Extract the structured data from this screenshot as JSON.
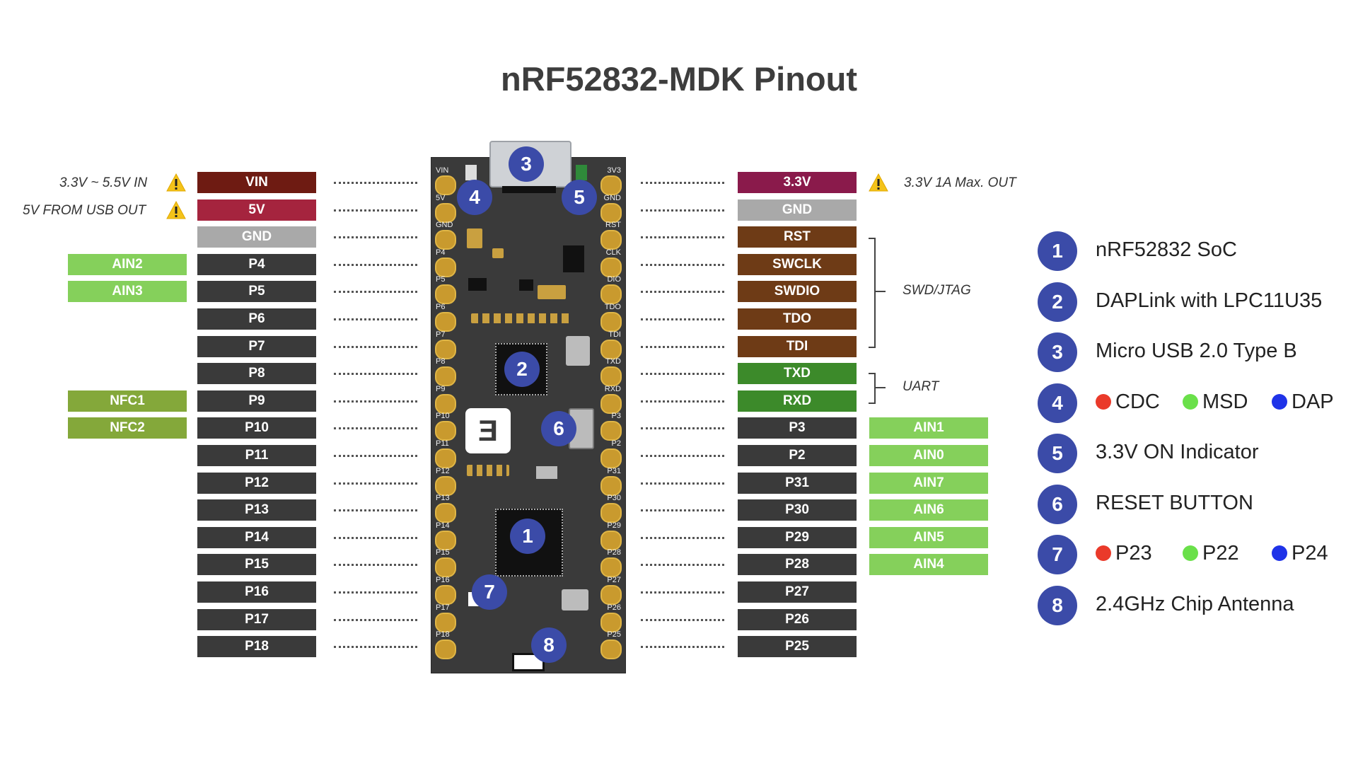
{
  "title": "nRF52832-MDK Pinout",
  "colors": {
    "pin_dark": "#3a3a3a",
    "vin": "#6e1b12",
    "v5": "#a5243e",
    "gnd": "#a9a9a9",
    "v33": "#8a1a4b",
    "swd": "#6e3b16",
    "uart": "#3c8a2a",
    "ain": "#85d05b",
    "nfc": "#84a83a",
    "badge": "#3b4ba8",
    "red": "#ea3a2a",
    "green": "#6ae04a",
    "blue": "#1f33e8"
  },
  "left_pins": [
    "VIN",
    "5V",
    "GND",
    "P4",
    "P5",
    "P6",
    "P7",
    "P8",
    "P9",
    "P10",
    "P11",
    "P12",
    "P13",
    "P14",
    "P15",
    "P16",
    "P17",
    "P18"
  ],
  "right_pins": [
    "3.3V",
    "GND",
    "RST",
    "SWCLK",
    "SWDIO",
    "TDO",
    "TDI",
    "TXD",
    "RXD",
    "P3",
    "P2",
    "P31",
    "P30",
    "P29",
    "P28",
    "P27",
    "P26",
    "P25"
  ],
  "left_alt": {
    "3": "AIN2",
    "4": "AIN3",
    "8": "NFC1",
    "9": "NFC2"
  },
  "right_alt": {
    "9": "AIN1",
    "10": "AIN0",
    "11": "AIN7",
    "12": "AIN6",
    "13": "AIN5",
    "14": "AIN4"
  },
  "notes": {
    "vin_in": "3.3V ~ 5.5V IN",
    "usb_out": "5V FROM USB OUT",
    "v33_out": "3.3V 1A Max. OUT",
    "swd_group": "SWD/JTAG",
    "uart_group": "UART"
  },
  "board_silk_left": [
    "VIN",
    "5V",
    "GND",
    "P4",
    "P5",
    "P6",
    "P7",
    "P8",
    "P9",
    "P10",
    "P11",
    "P12",
    "P13",
    "P14",
    "P15",
    "P16",
    "P17",
    "P18"
  ],
  "board_silk_right": [
    "3V3",
    "GND",
    "RST",
    "CLK",
    "DIO",
    "TDO",
    "TDI",
    "TXD",
    "RXD",
    "P3",
    "P2",
    "P31",
    "P30",
    "P29",
    "P28",
    "P27",
    "P26",
    "P25"
  ],
  "board_badges": [
    "1",
    "2",
    "3",
    "4",
    "5",
    "6",
    "7",
    "8"
  ],
  "legend": [
    {
      "num": "1",
      "text": "nRF52832 SoC"
    },
    {
      "num": "2",
      "text": "DAPLink with LPC11U35"
    },
    {
      "num": "3",
      "text": "Micro USB 2.0 Type B"
    },
    {
      "num": "4",
      "items": [
        {
          "color": "red",
          "text": "CDC"
        },
        {
          "color": "green",
          "text": "MSD"
        },
        {
          "color": "blue",
          "text": "DAP"
        }
      ]
    },
    {
      "num": "5",
      "text": "3.3V ON Indicator"
    },
    {
      "num": "6",
      "text": "RESET BUTTON"
    },
    {
      "num": "7",
      "items": [
        {
          "color": "red",
          "text": "P23"
        },
        {
          "color": "green",
          "text": "P22"
        },
        {
          "color": "blue",
          "text": "P24"
        }
      ]
    },
    {
      "num": "8",
      "text": "2.4GHz Chip Antenna"
    }
  ]
}
